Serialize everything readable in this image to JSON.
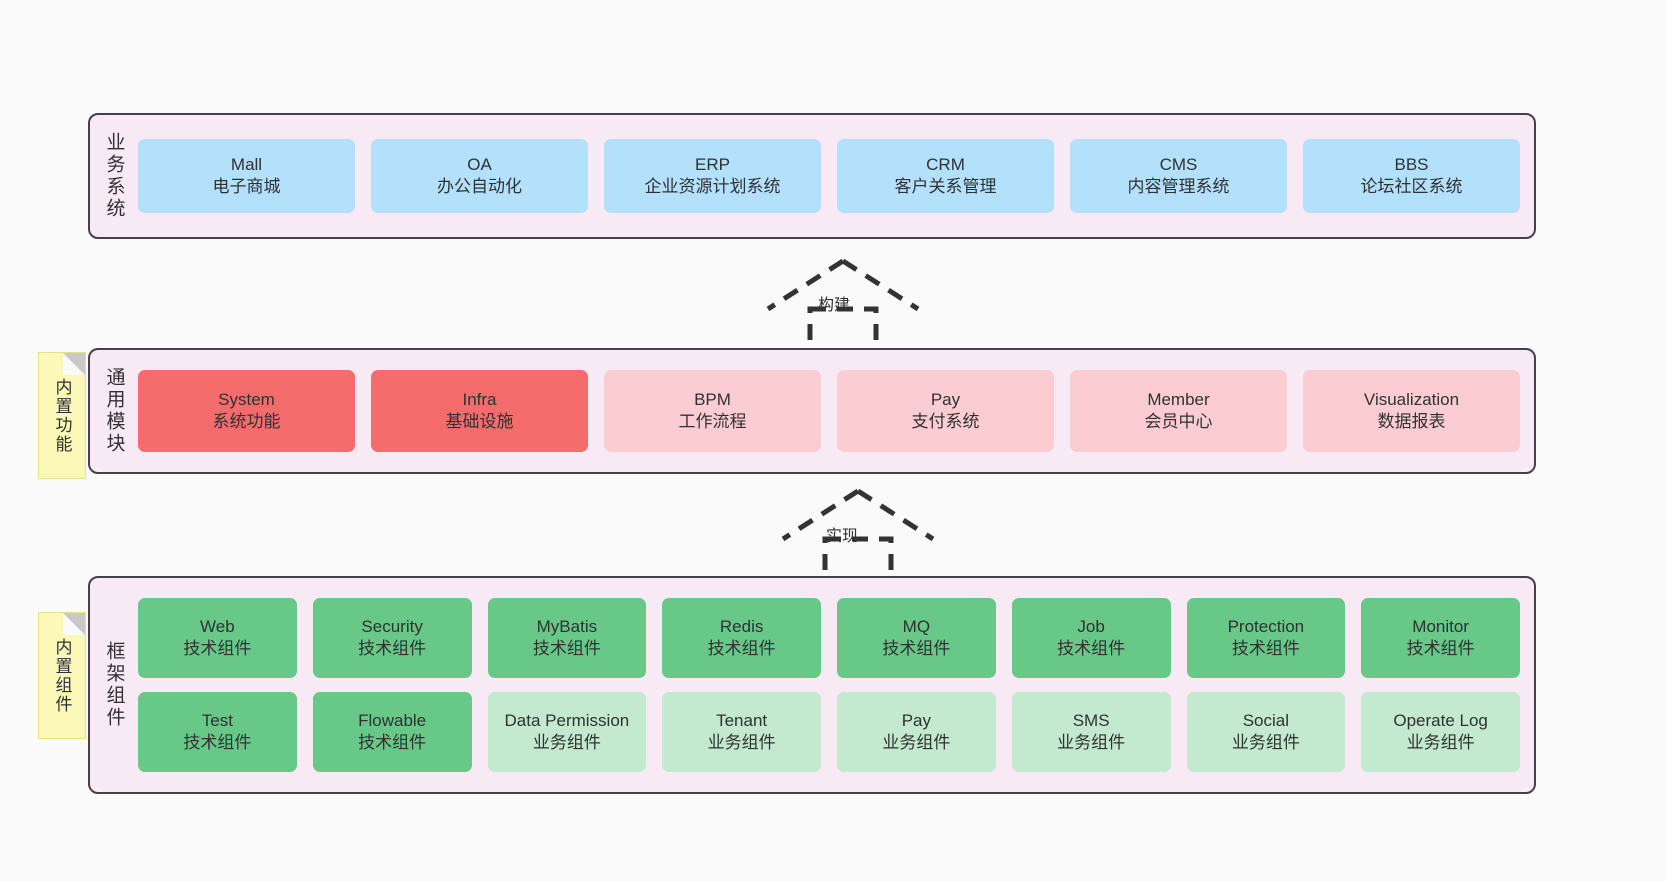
{
  "diagram": {
    "background_color": "#fafafa",
    "panel_color": "#f7eaf5",
    "panel_border_color": "#45404a"
  },
  "layers": [
    {
      "id": "business-systems",
      "label": "业务系统",
      "box_color": "#b3e0fb",
      "rows": [
        [
          {
            "title": "Mall",
            "subtitle": "电子商城"
          },
          {
            "title": "OA",
            "subtitle": "办公自动化"
          },
          {
            "title": "ERP",
            "subtitle": "企业资源计划系统"
          },
          {
            "title": "CRM",
            "subtitle": "客户关系管理"
          },
          {
            "title": "CMS",
            "subtitle": "内容管理系统"
          },
          {
            "title": "BBS",
            "subtitle": "论坛社区系统"
          }
        ]
      ]
    },
    {
      "id": "common-modules",
      "label": "通用模块",
      "note": "内置功能",
      "box_color_primary": "#f56c6c",
      "box_color_secondary": "#fbcdd2",
      "rows": [
        [
          {
            "title": "System",
            "subtitle": "系统功能",
            "variant": "c-red"
          },
          {
            "title": "Infra",
            "subtitle": "基础设施",
            "variant": "c-red"
          },
          {
            "title": "BPM",
            "subtitle": "工作流程",
            "variant": "c-pink"
          },
          {
            "title": "Pay",
            "subtitle": "支付系统",
            "variant": "c-pink"
          },
          {
            "title": "Member",
            "subtitle": "会员中心",
            "variant": "c-pink"
          },
          {
            "title": "Visualization",
            "subtitle": "数据报表",
            "variant": "c-pink"
          }
        ]
      ]
    },
    {
      "id": "framework-components",
      "label": "框架组件",
      "note": "内置组件",
      "box_color_primary": "#67c887",
      "box_color_secondary": "#c3e9ce",
      "rows": [
        [
          {
            "title": "Web",
            "subtitle": "技术组件",
            "variant": "c-green"
          },
          {
            "title": "Security",
            "subtitle": "技术组件",
            "variant": "c-green"
          },
          {
            "title": "MyBatis",
            "subtitle": "技术组件",
            "variant": "c-green"
          },
          {
            "title": "Redis",
            "subtitle": "技术组件",
            "variant": "c-green"
          },
          {
            "title": "MQ",
            "subtitle": "技术组件",
            "variant": "c-green"
          },
          {
            "title": "Job",
            "subtitle": "技术组件",
            "variant": "c-green"
          },
          {
            "title": "Protection",
            "subtitle": "技术组件",
            "variant": "c-green"
          },
          {
            "title": "Monitor",
            "subtitle": "技术组件",
            "variant": "c-green"
          }
        ],
        [
          {
            "title": "Test",
            "subtitle": "技术组件",
            "variant": "c-green"
          },
          {
            "title": "Flowable",
            "subtitle": "技术组件",
            "variant": "c-green"
          },
          {
            "title": "Data Permission",
            "subtitle": "业务组件",
            "variant": "c-lgreen"
          },
          {
            "title": "Tenant",
            "subtitle": "业务组件",
            "variant": "c-lgreen"
          },
          {
            "title": "Pay",
            "subtitle": "业务组件",
            "variant": "c-lgreen"
          },
          {
            "title": "SMS",
            "subtitle": "业务组件",
            "variant": "c-lgreen"
          },
          {
            "title": "Social",
            "subtitle": "业务组件",
            "variant": "c-lgreen"
          },
          {
            "title": "Operate Log",
            "subtitle": "业务组件",
            "variant": "c-lgreen"
          }
        ]
      ]
    }
  ],
  "connectors": [
    {
      "id": "build",
      "label": "构建",
      "style": "dashed-generalization-up"
    },
    {
      "id": "implement",
      "label": "实现",
      "style": "dashed-generalization-up"
    }
  ]
}
